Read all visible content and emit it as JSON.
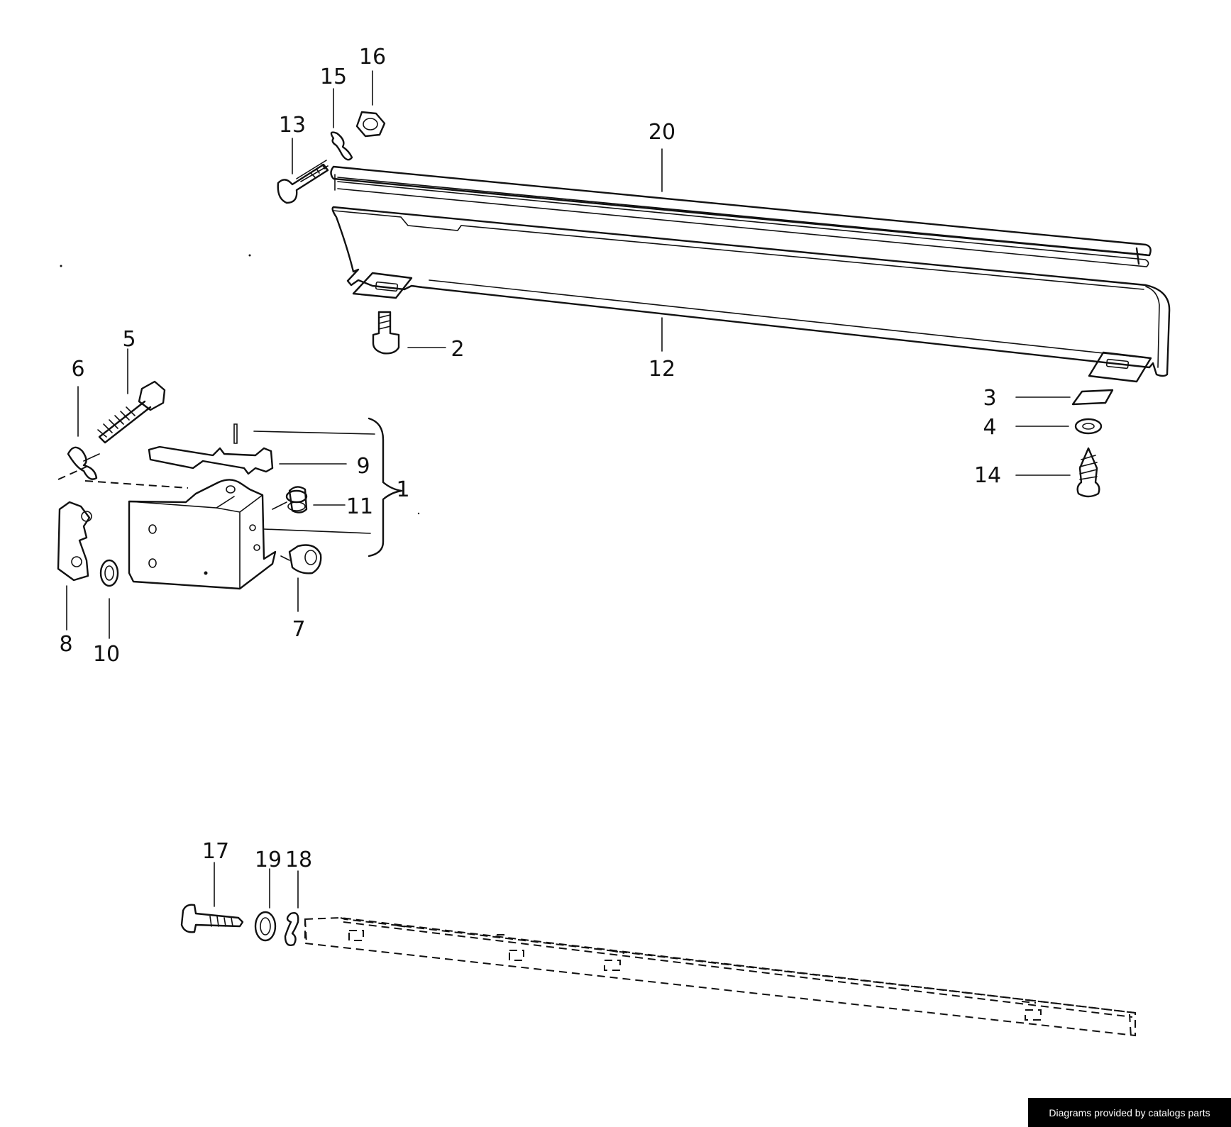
{
  "callouts": {
    "c1": "1",
    "c2": "2",
    "c3": "3",
    "c4": "4",
    "c5": "5",
    "c6": "6",
    "c7": "7",
    "c8": "8",
    "c9": "9",
    "c10": "10",
    "c11": "11",
    "c12": "12",
    "c13": "13",
    "c14": "14",
    "c15": "15",
    "c16": "16",
    "c17": "17",
    "c18": "18",
    "c19": "19",
    "c20": "20"
  },
  "footer": {
    "credit": "Diagrams provided by catalogs parts"
  }
}
